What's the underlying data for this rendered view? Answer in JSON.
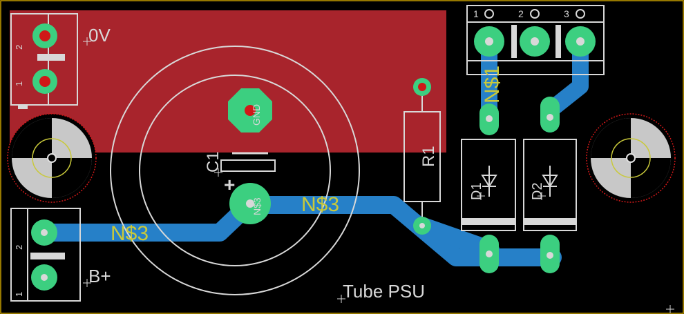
{
  "board": {
    "title": "Tube PSU",
    "colors": {
      "background": "#000000",
      "outline": "#c8a000",
      "top_copper": "#a8242c",
      "bottom_copper": "#2680c8",
      "pad": "#3ccf80",
      "silkscreen": "#d8d8d8",
      "net_label": "#c9c93a",
      "restrict": "#d01818"
    }
  },
  "labels": {
    "ov": "0V",
    "bplus": "B+",
    "gnd": "GND",
    "c1": "C1",
    "c1_plus": "+",
    "ns3_pad": "N$3",
    "net_ns3_left": "N$3",
    "net_ns3_mid": "N$3",
    "net_ns1": "N$1",
    "r1": "R1",
    "d1": "D1",
    "d2": "D2",
    "pin1": "1",
    "pin2": "2",
    "pin3": "3",
    "pin_num_1": "1",
    "pin_num_2": "2",
    "pad_tag": "GND"
  }
}
